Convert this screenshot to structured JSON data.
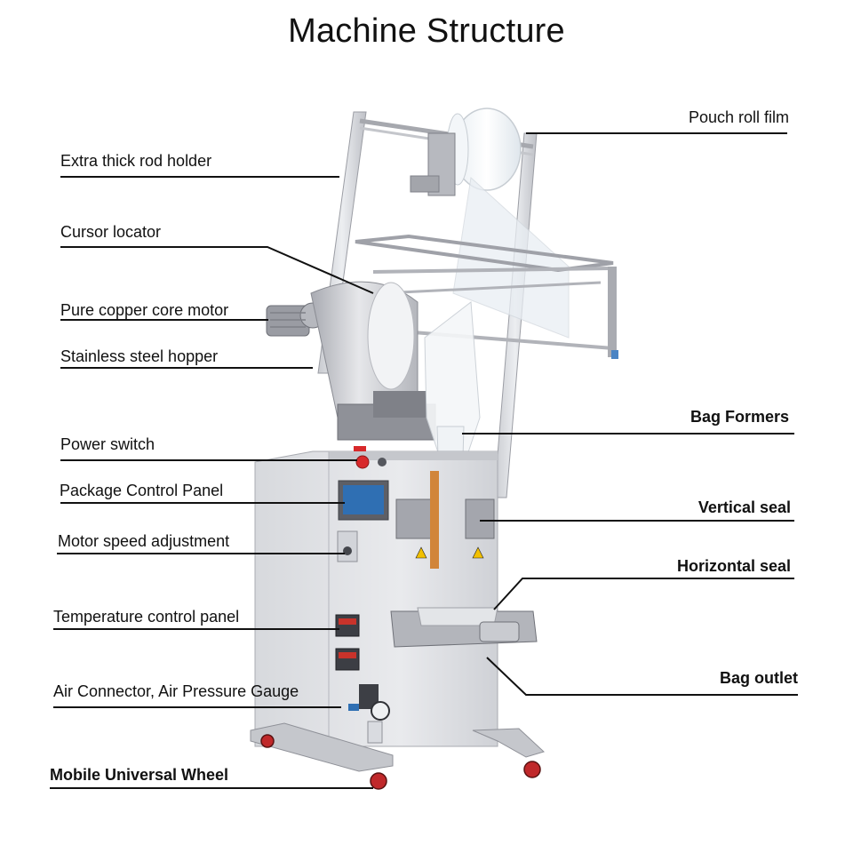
{
  "title": "Machine Structure",
  "labels": {
    "extra_thick_rod_holder": "Extra thick rod holder",
    "cursor_locator": "Cursor locator",
    "pure_copper_core_motor": "Pure copper core motor",
    "stainless_steel_hopper": "Stainless steel hopper",
    "power_switch": "Power switch",
    "package_control_panel": "Package Control Panel",
    "motor_speed_adjustment": "Motor speed adjustment",
    "temperature_control_panel": "Temperature control panel",
    "air_connector_gauge": "Air Connector, Air Pressure Gauge",
    "mobile_universal_wheel": "Mobile Universal Wheel",
    "pouch_roll_film": "Pouch roll film",
    "bag_formers": "Bag Formers",
    "vertical_seal": "Vertical seal",
    "horizontal_seal": "Horizontal seal",
    "bag_outlet": "Bag outlet"
  },
  "colors": {
    "steel_light": "#dedfe3",
    "steel_mid": "#c2c4ca",
    "steel_dark": "#8e9098",
    "screen_blue": "#2f6fb3",
    "switch_red": "#d8292b",
    "wheel_red": "#c0282a",
    "leader_line": "#111111"
  }
}
